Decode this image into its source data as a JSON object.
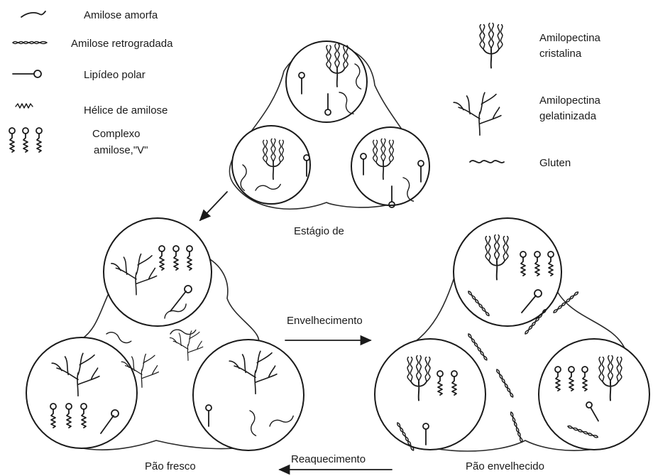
{
  "legend_left": [
    {
      "icon": "amorphous-amylose-icon",
      "label": "Amilose amorfa"
    },
    {
      "icon": "retrograded-amylose-icon",
      "label": "Amilose retrogradada"
    },
    {
      "icon": "polar-lipid-icon",
      "label": "Lipídeo polar"
    },
    {
      "icon": "amylose-helix-icon",
      "label": "Hélice de amilose"
    },
    {
      "icon": "v-complex-icon",
      "label_line1": "Complexo",
      "label_line2": "amilose,\"V\""
    }
  ],
  "legend_right": [
    {
      "icon": "crystalline-amylopectin-icon",
      "label_line1": "Amilopectina",
      "label_line2": "cristalina"
    },
    {
      "icon": "gelatinized-amylopectin-icon",
      "label_line1": "Amilopectina",
      "label_line2": "gelatinizada"
    },
    {
      "icon": "gluten-icon",
      "label": "Gluten"
    }
  ],
  "labels": {
    "stage": "Estágio de",
    "aging": "Envelhecimento",
    "reheating": "Reaquecimento",
    "fresh_bread": "Pão fresco",
    "stale_bread": "Pão envelhecido"
  },
  "colors": {
    "ink": "#1a1a1a",
    "background": "#ffffff"
  }
}
